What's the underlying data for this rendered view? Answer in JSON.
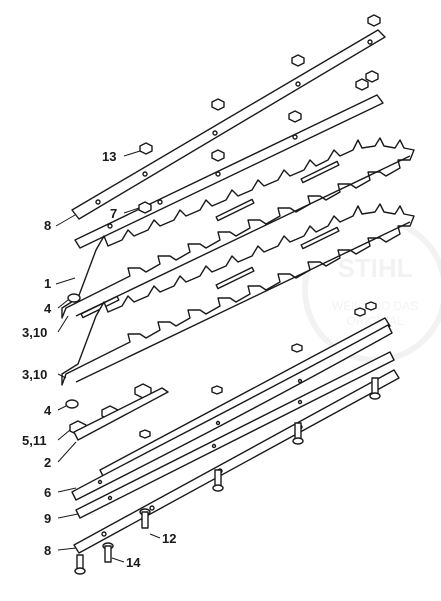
{
  "diagram": {
    "type": "exploded-parts-view",
    "callouts": [
      "13",
      "7",
      "8",
      "1",
      "4",
      "3,10",
      "3,10",
      "4",
      "5,11",
      "2",
      "6",
      "9",
      "8",
      "12",
      "14"
    ]
  },
  "watermark": {
    "logo_text": "STIHL",
    "slogan": "WEIL UND DAS ORIGINAL"
  },
  "colors": {
    "ink": "#1a1a1a",
    "paper": "#ffffff",
    "watermark": "#d8d8d8"
  }
}
